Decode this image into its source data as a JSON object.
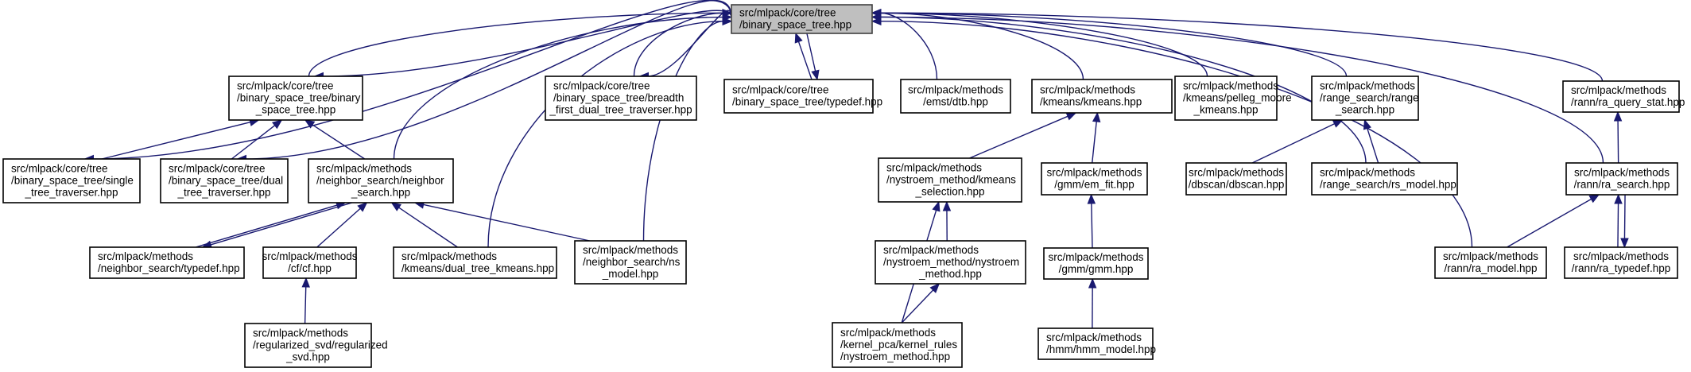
{
  "title": "Include dependency graph for binary_space_tree.hpp",
  "edge_color": "#191970",
  "root_fill": "#bfbfbf",
  "nodes": [
    {
      "id": "root",
      "lines": [
        "src/mlpack/core/tree",
        "/binary_space_tree.hpp"
      ],
      "align": "left",
      "root": true
    },
    {
      "id": "bst_bst",
      "lines": [
        "src/mlpack/core/tree",
        "/binary_space_tree/binary",
        "_space_tree.hpp"
      ],
      "align": "left"
    },
    {
      "id": "breadth",
      "lines": [
        "src/mlpack/core/tree",
        "/binary_space_tree/breadth",
        "_first_dual_tree_traverser.hpp"
      ],
      "align": "left"
    },
    {
      "id": "bst_typedef",
      "lines": [
        "src/mlpack/core/tree",
        "/binary_space_tree/typedef.hpp"
      ],
      "align": "left"
    },
    {
      "id": "dtb",
      "lines": [
        "src/mlpack/methods",
        "/emst/dtb.hpp"
      ],
      "align": "center"
    },
    {
      "id": "kmeans",
      "lines": [
        "src/mlpack/methods",
        "/kmeans/kmeans.hpp"
      ],
      "align": "left"
    },
    {
      "id": "pelleg",
      "lines": [
        "src/mlpack/methods",
        "/kmeans/pelleg_moore",
        "_kmeans.hpp"
      ],
      "align": "left"
    },
    {
      "id": "range_search",
      "lines": [
        "src/mlpack/methods",
        "/range_search/range",
        "_search.hpp"
      ],
      "align": "left"
    },
    {
      "id": "ra_query_stat",
      "lines": [
        "src/mlpack/methods",
        "/rann/ra_query_stat.hpp"
      ],
      "align": "left"
    },
    {
      "id": "single",
      "lines": [
        "src/mlpack/core/tree",
        "/binary_space_tree/single",
        "_tree_traverser.hpp"
      ],
      "align": "left"
    },
    {
      "id": "dual",
      "lines": [
        "src/mlpack/core/tree",
        "/binary_space_tree/dual",
        "_tree_traverser.hpp"
      ],
      "align": "left"
    },
    {
      "id": "neighbor_search",
      "lines": [
        "src/mlpack/methods",
        "/neighbor_search/neighbor",
        "_search.hpp"
      ],
      "align": "left"
    },
    {
      "id": "ns_typedef",
      "lines": [
        "src/mlpack/methods",
        "/neighbor_search/typedef.hpp"
      ],
      "align": "left"
    },
    {
      "id": "cf",
      "lines": [
        "src/mlpack/methods",
        "/cf/cf.hpp"
      ],
      "align": "center"
    },
    {
      "id": "dual_tree_kmeans",
      "lines": [
        "src/mlpack/methods",
        "/kmeans/dual_tree_kmeans.hpp"
      ],
      "align": "left"
    },
    {
      "id": "ns_model",
      "lines": [
        "src/mlpack/methods",
        "/neighbor_search/ns",
        "_model.hpp"
      ],
      "align": "left"
    },
    {
      "id": "regularized_svd",
      "lines": [
        "src/mlpack/methods",
        "/regularized_svd/regularized",
        "_svd.hpp"
      ],
      "align": "left"
    },
    {
      "id": "kmeans_selection",
      "lines": [
        "src/mlpack/methods",
        "/nystroem_method/kmeans",
        "_selection.hpp"
      ],
      "align": "left"
    },
    {
      "id": "em_fit",
      "lines": [
        "src/mlpack/methods",
        "/gmm/em_fit.hpp"
      ],
      "align": "center"
    },
    {
      "id": "dbscan",
      "lines": [
        "src/mlpack/methods",
        "/dbscan/dbscan.hpp"
      ],
      "align": "center"
    },
    {
      "id": "rs_model",
      "lines": [
        "src/mlpack/methods",
        "/range_search/rs_model.hpp"
      ],
      "align": "left"
    },
    {
      "id": "ra_search",
      "lines": [
        "src/mlpack/methods",
        "/rann/ra_search.hpp"
      ],
      "align": "center"
    },
    {
      "id": "nystroem_method",
      "lines": [
        "src/mlpack/methods",
        "/nystroem_method/nystroem",
        "_method.hpp"
      ],
      "align": "left"
    },
    {
      "id": "gmm",
      "lines": [
        "src/mlpack/methods",
        "/gmm/gmm.hpp"
      ],
      "align": "center"
    },
    {
      "id": "kernel_rules_nystroem",
      "lines": [
        "src/mlpack/methods",
        "/kernel_pca/kernel_rules",
        "/nystroem_method.hpp"
      ],
      "align": "left"
    },
    {
      "id": "hmm_model",
      "lines": [
        "src/mlpack/methods",
        "/hmm/hmm_model.hpp"
      ],
      "align": "left"
    },
    {
      "id": "ra_model",
      "lines": [
        "src/mlpack/methods",
        "/rann/ra_model.hpp"
      ],
      "align": "center"
    },
    {
      "id": "ra_typedef",
      "lines": [
        "src/mlpack/methods",
        "/rann/ra_typedef.hpp"
      ],
      "align": "center"
    }
  ],
  "edges": [
    {
      "from": "bst_bst",
      "to": "root"
    },
    {
      "from": "root",
      "to": "bst_bst"
    },
    {
      "from": "breadth",
      "to": "root"
    },
    {
      "from": "root",
      "to": "breadth"
    },
    {
      "from": "bst_typedef",
      "to": "root"
    },
    {
      "from": "root",
      "to": "bst_typedef"
    },
    {
      "from": "dtb",
      "to": "root"
    },
    {
      "from": "kmeans",
      "to": "root"
    },
    {
      "from": "pelleg",
      "to": "root"
    },
    {
      "from": "range_search",
      "to": "root"
    },
    {
      "from": "ra_query_stat",
      "to": "root"
    },
    {
      "from": "root",
      "to": "single"
    },
    {
      "from": "root",
      "to": "dual"
    },
    {
      "from": "neighbor_search",
      "to": "root"
    },
    {
      "from": "dual_tree_kmeans",
      "to": "root"
    },
    {
      "from": "ns_model",
      "to": "root"
    },
    {
      "from": "rs_model",
      "to": "root"
    },
    {
      "from": "ra_search",
      "to": "root"
    },
    {
      "from": "ra_model",
      "to": "root"
    },
    {
      "from": "single",
      "to": "bst_bst"
    },
    {
      "from": "dual",
      "to": "bst_bst"
    },
    {
      "from": "neighbor_search",
      "to": "bst_bst"
    },
    {
      "from": "ns_typedef",
      "to": "neighbor_search"
    },
    {
      "from": "neighbor_search",
      "to": "ns_typedef"
    },
    {
      "from": "cf",
      "to": "neighbor_search"
    },
    {
      "from": "dual_tree_kmeans",
      "to": "neighbor_search"
    },
    {
      "from": "ns_model",
      "to": "neighbor_search"
    },
    {
      "from": "regularized_svd",
      "to": "cf"
    },
    {
      "from": "kmeans_selection",
      "to": "kmeans"
    },
    {
      "from": "em_fit",
      "to": "kmeans"
    },
    {
      "from": "nystroem_method",
      "to": "kmeans_selection"
    },
    {
      "from": "kernel_rules_nystroem",
      "to": "kmeans_selection"
    },
    {
      "from": "kernel_rules_nystroem",
      "to": "nystroem_method"
    },
    {
      "from": "gmm",
      "to": "em_fit"
    },
    {
      "from": "hmm_model",
      "to": "gmm"
    },
    {
      "from": "dbscan",
      "to": "range_search"
    },
    {
      "from": "rs_model",
      "to": "range_search"
    },
    {
      "from": "ra_search",
      "to": "ra_query_stat"
    },
    {
      "from": "ra_model",
      "to": "ra_search"
    },
    {
      "from": "ra_typedef",
      "to": "ra_search"
    },
    {
      "from": "ra_search",
      "to": "ra_typedef"
    }
  ]
}
